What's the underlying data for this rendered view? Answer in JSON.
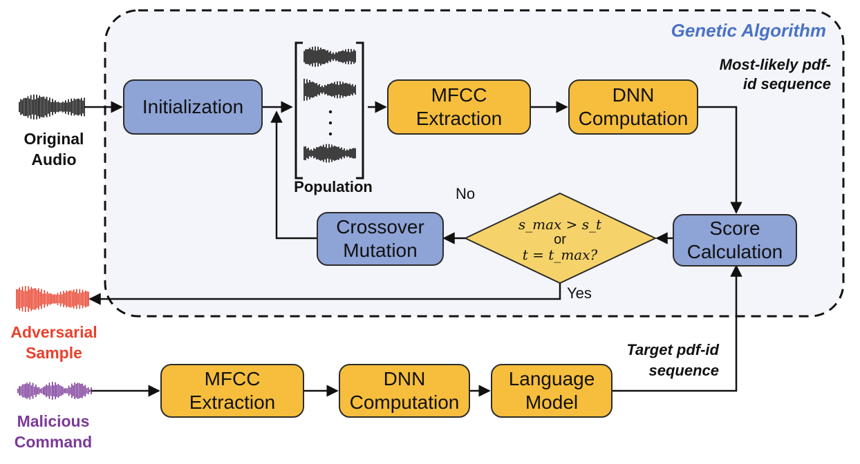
{
  "title": "Genetic Algorithm",
  "inputs": {
    "original": [
      "Original",
      "Audio"
    ],
    "adversarial": [
      "Adversarial",
      "Sample"
    ],
    "malicious": [
      "Malicious",
      "Command"
    ]
  },
  "boxes": {
    "initialization": [
      "Initialization"
    ],
    "mfcc_top": [
      "MFCC",
      "Extraction"
    ],
    "dnn_top": [
      "DNN",
      "Computation"
    ],
    "score": [
      "Score",
      "Calculation"
    ],
    "crossover": [
      "Crossover",
      "Mutation"
    ],
    "mfcc_bottom": [
      "MFCC",
      "Extraction"
    ],
    "dnn_bottom": [
      "DNN",
      "Computation"
    ],
    "language_model": [
      "Language",
      "Model"
    ]
  },
  "decision": {
    "line1": "s_max > s_t",
    "line2": "or",
    "line3": "t = t_max?"
  },
  "labels": {
    "population": "Population",
    "no": "No",
    "yes": "Yes",
    "most_likely": [
      "Most-likely pdf-",
      "id sequence"
    ],
    "target": [
      "Target pdf-id",
      "sequence"
    ]
  },
  "colors": {
    "process_blue": "#8ea3d6",
    "process_orange": "#f6be3c",
    "decision_yellow": "#f5d36a",
    "ga_title": "#4a72c4",
    "adversarial": "#e8412c",
    "malicious": "#7b3a98",
    "panel_bg": "#f4f5fa"
  }
}
